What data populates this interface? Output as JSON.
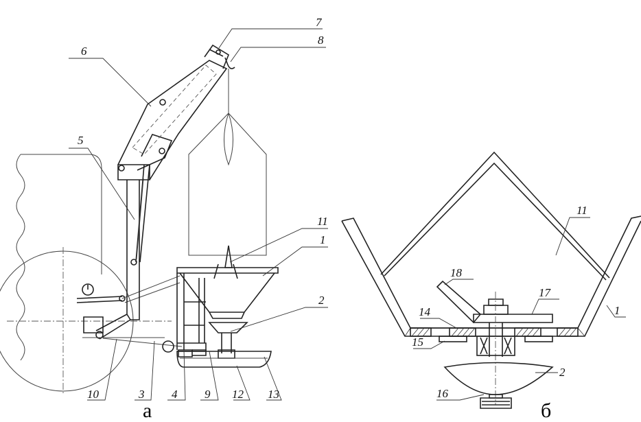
{
  "figures": {
    "a": {
      "caption": "а",
      "callouts": [
        "7",
        "8",
        "6",
        "5",
        "11",
        "1",
        "2",
        "10",
        "3",
        "4",
        "9",
        "12",
        "13"
      ]
    },
    "b": {
      "caption": "б",
      "callouts": [
        "11",
        "18",
        "17",
        "14",
        "1",
        "15",
        "2",
        "16"
      ]
    }
  }
}
